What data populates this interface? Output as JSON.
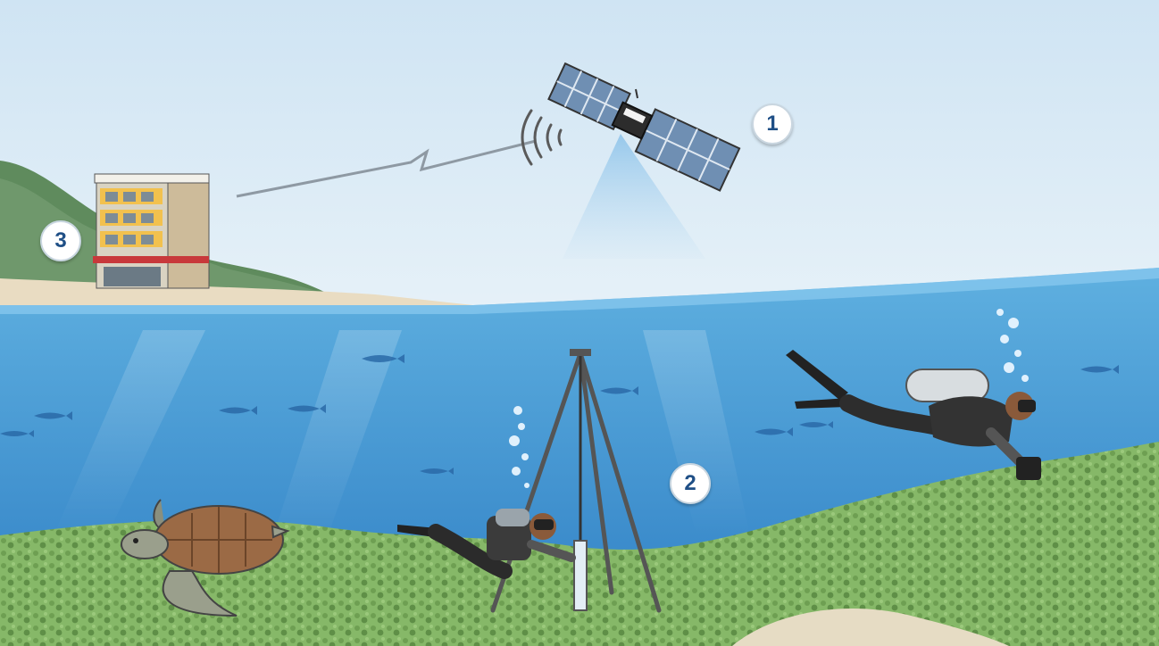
{
  "markers": {
    "satellite": "1",
    "tripod": "2",
    "building": "3"
  },
  "colors": {
    "sky_top": "#cfe4f3",
    "sky_bottom": "#e6f1f8",
    "sea_top": "#5fb0e0",
    "sea_bottom": "#2f7fc4",
    "seagrass": "#7fae5e",
    "sand": "#e9dcc2",
    "badge_text": "#1f4f86"
  }
}
